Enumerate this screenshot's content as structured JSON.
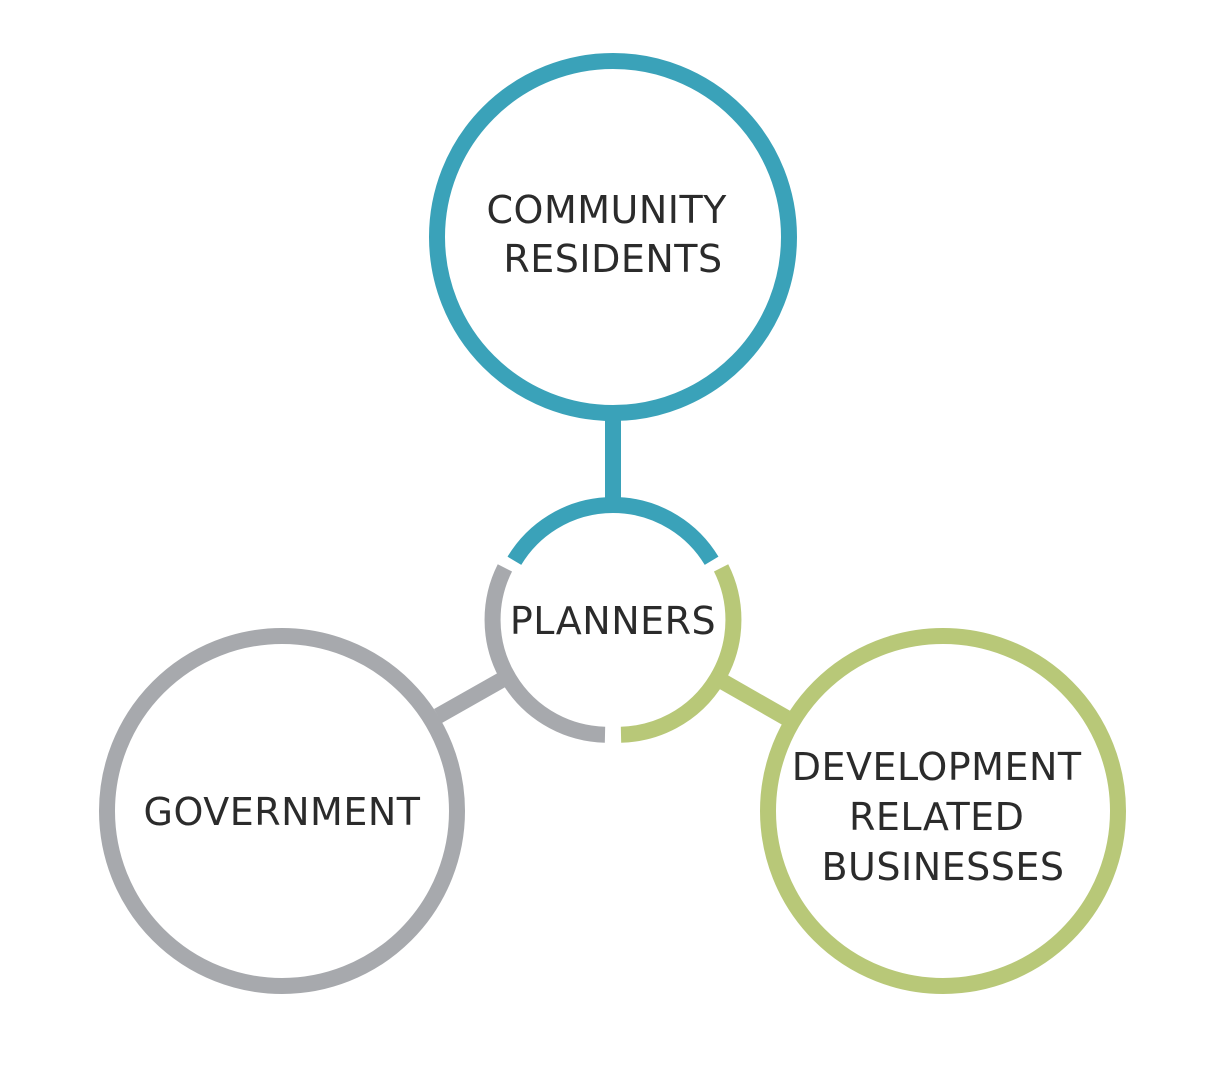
{
  "diagram": {
    "center": {
      "label": "PLANNERS"
    },
    "nodes": [
      {
        "id": "community",
        "lines": [
          "COMMUNITY",
          "RESIDENTS"
        ],
        "color": "#3aa2b9"
      },
      {
        "id": "government",
        "lines": [
          "GOVERNMENT"
        ],
        "color": "#a7a9ad"
      },
      {
        "id": "development",
        "lines": [
          "DEVELOPMENT",
          "RELATED",
          "BUSINESSES"
        ],
        "color": "#b8c878"
      }
    ]
  }
}
